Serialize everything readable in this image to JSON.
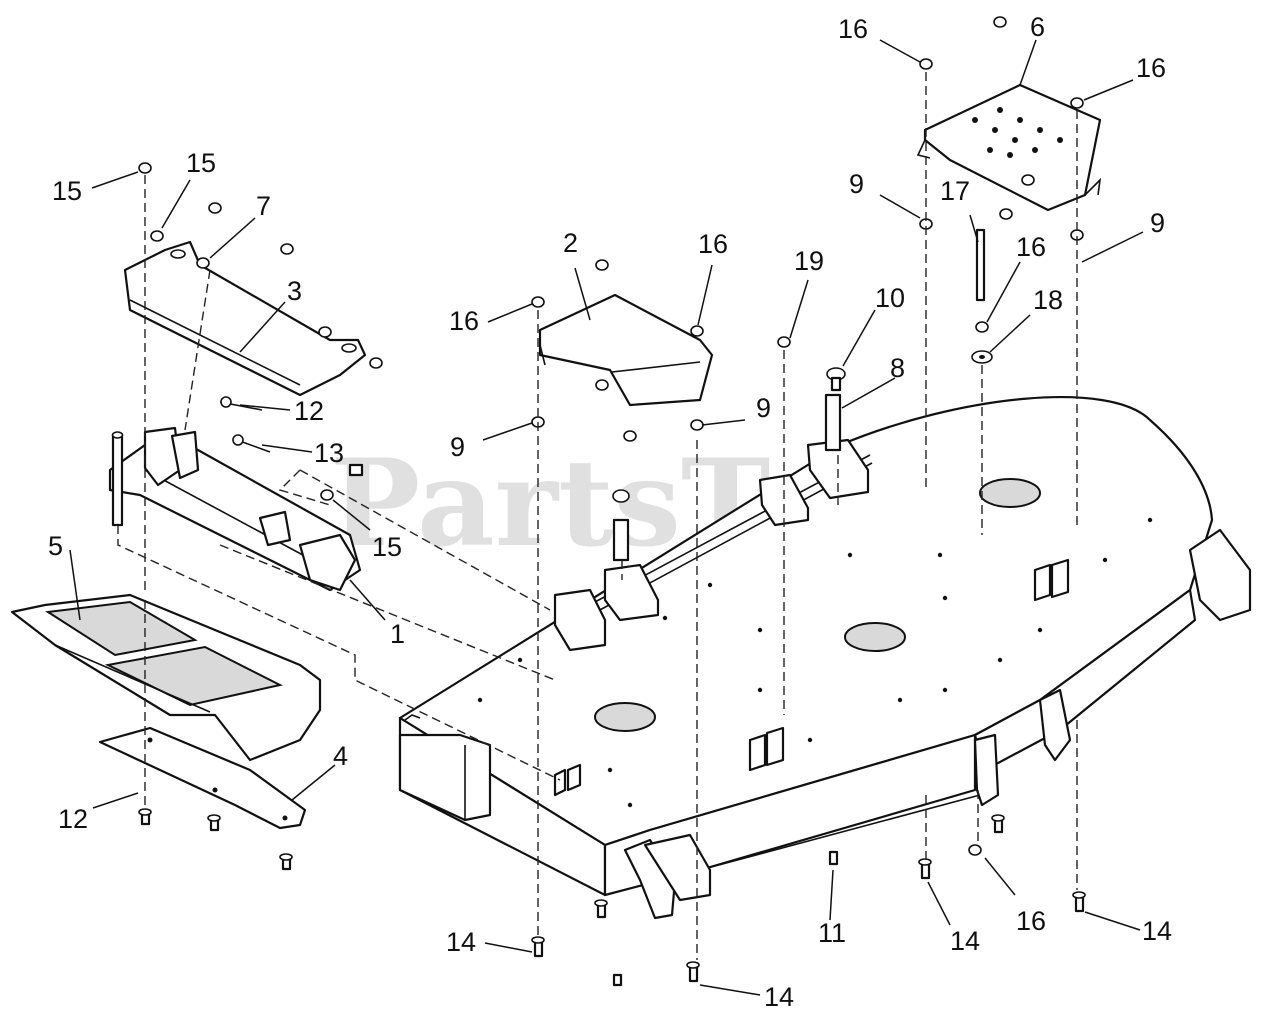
{
  "watermark": "PartsTree",
  "watermark_mark": "™",
  "callouts": [
    {
      "id": "c1",
      "text": "1"
    },
    {
      "id": "c2",
      "text": "2"
    },
    {
      "id": "c3",
      "text": "3"
    },
    {
      "id": "c4",
      "text": "4"
    },
    {
      "id": "c5",
      "text": "5"
    },
    {
      "id": "c6",
      "text": "6"
    },
    {
      "id": "c7",
      "text": "7"
    },
    {
      "id": "c8",
      "text": "8"
    },
    {
      "id": "c9a",
      "text": "9"
    },
    {
      "id": "c9b",
      "text": "9"
    },
    {
      "id": "c9c",
      "text": "9"
    },
    {
      "id": "c9d",
      "text": "9"
    },
    {
      "id": "c10",
      "text": "10"
    },
    {
      "id": "c11",
      "text": "11"
    },
    {
      "id": "c12a",
      "text": "12"
    },
    {
      "id": "c12b",
      "text": "12"
    },
    {
      "id": "c13",
      "text": "13"
    },
    {
      "id": "c14a",
      "text": "14"
    },
    {
      "id": "c14b",
      "text": "14"
    },
    {
      "id": "c14c",
      "text": "14"
    },
    {
      "id": "c14d",
      "text": "14"
    },
    {
      "id": "c15a",
      "text": "15"
    },
    {
      "id": "c15b",
      "text": "15"
    },
    {
      "id": "c15c",
      "text": "15"
    },
    {
      "id": "c16a",
      "text": "16"
    },
    {
      "id": "c16b",
      "text": "16"
    },
    {
      "id": "c16c",
      "text": "16"
    },
    {
      "id": "c16d",
      "text": "16"
    },
    {
      "id": "c16e",
      "text": "16"
    },
    {
      "id": "c16f",
      "text": "16"
    },
    {
      "id": "c17",
      "text": "17"
    },
    {
      "id": "c18",
      "text": "18"
    },
    {
      "id": "c19",
      "text": "19"
    }
  ]
}
